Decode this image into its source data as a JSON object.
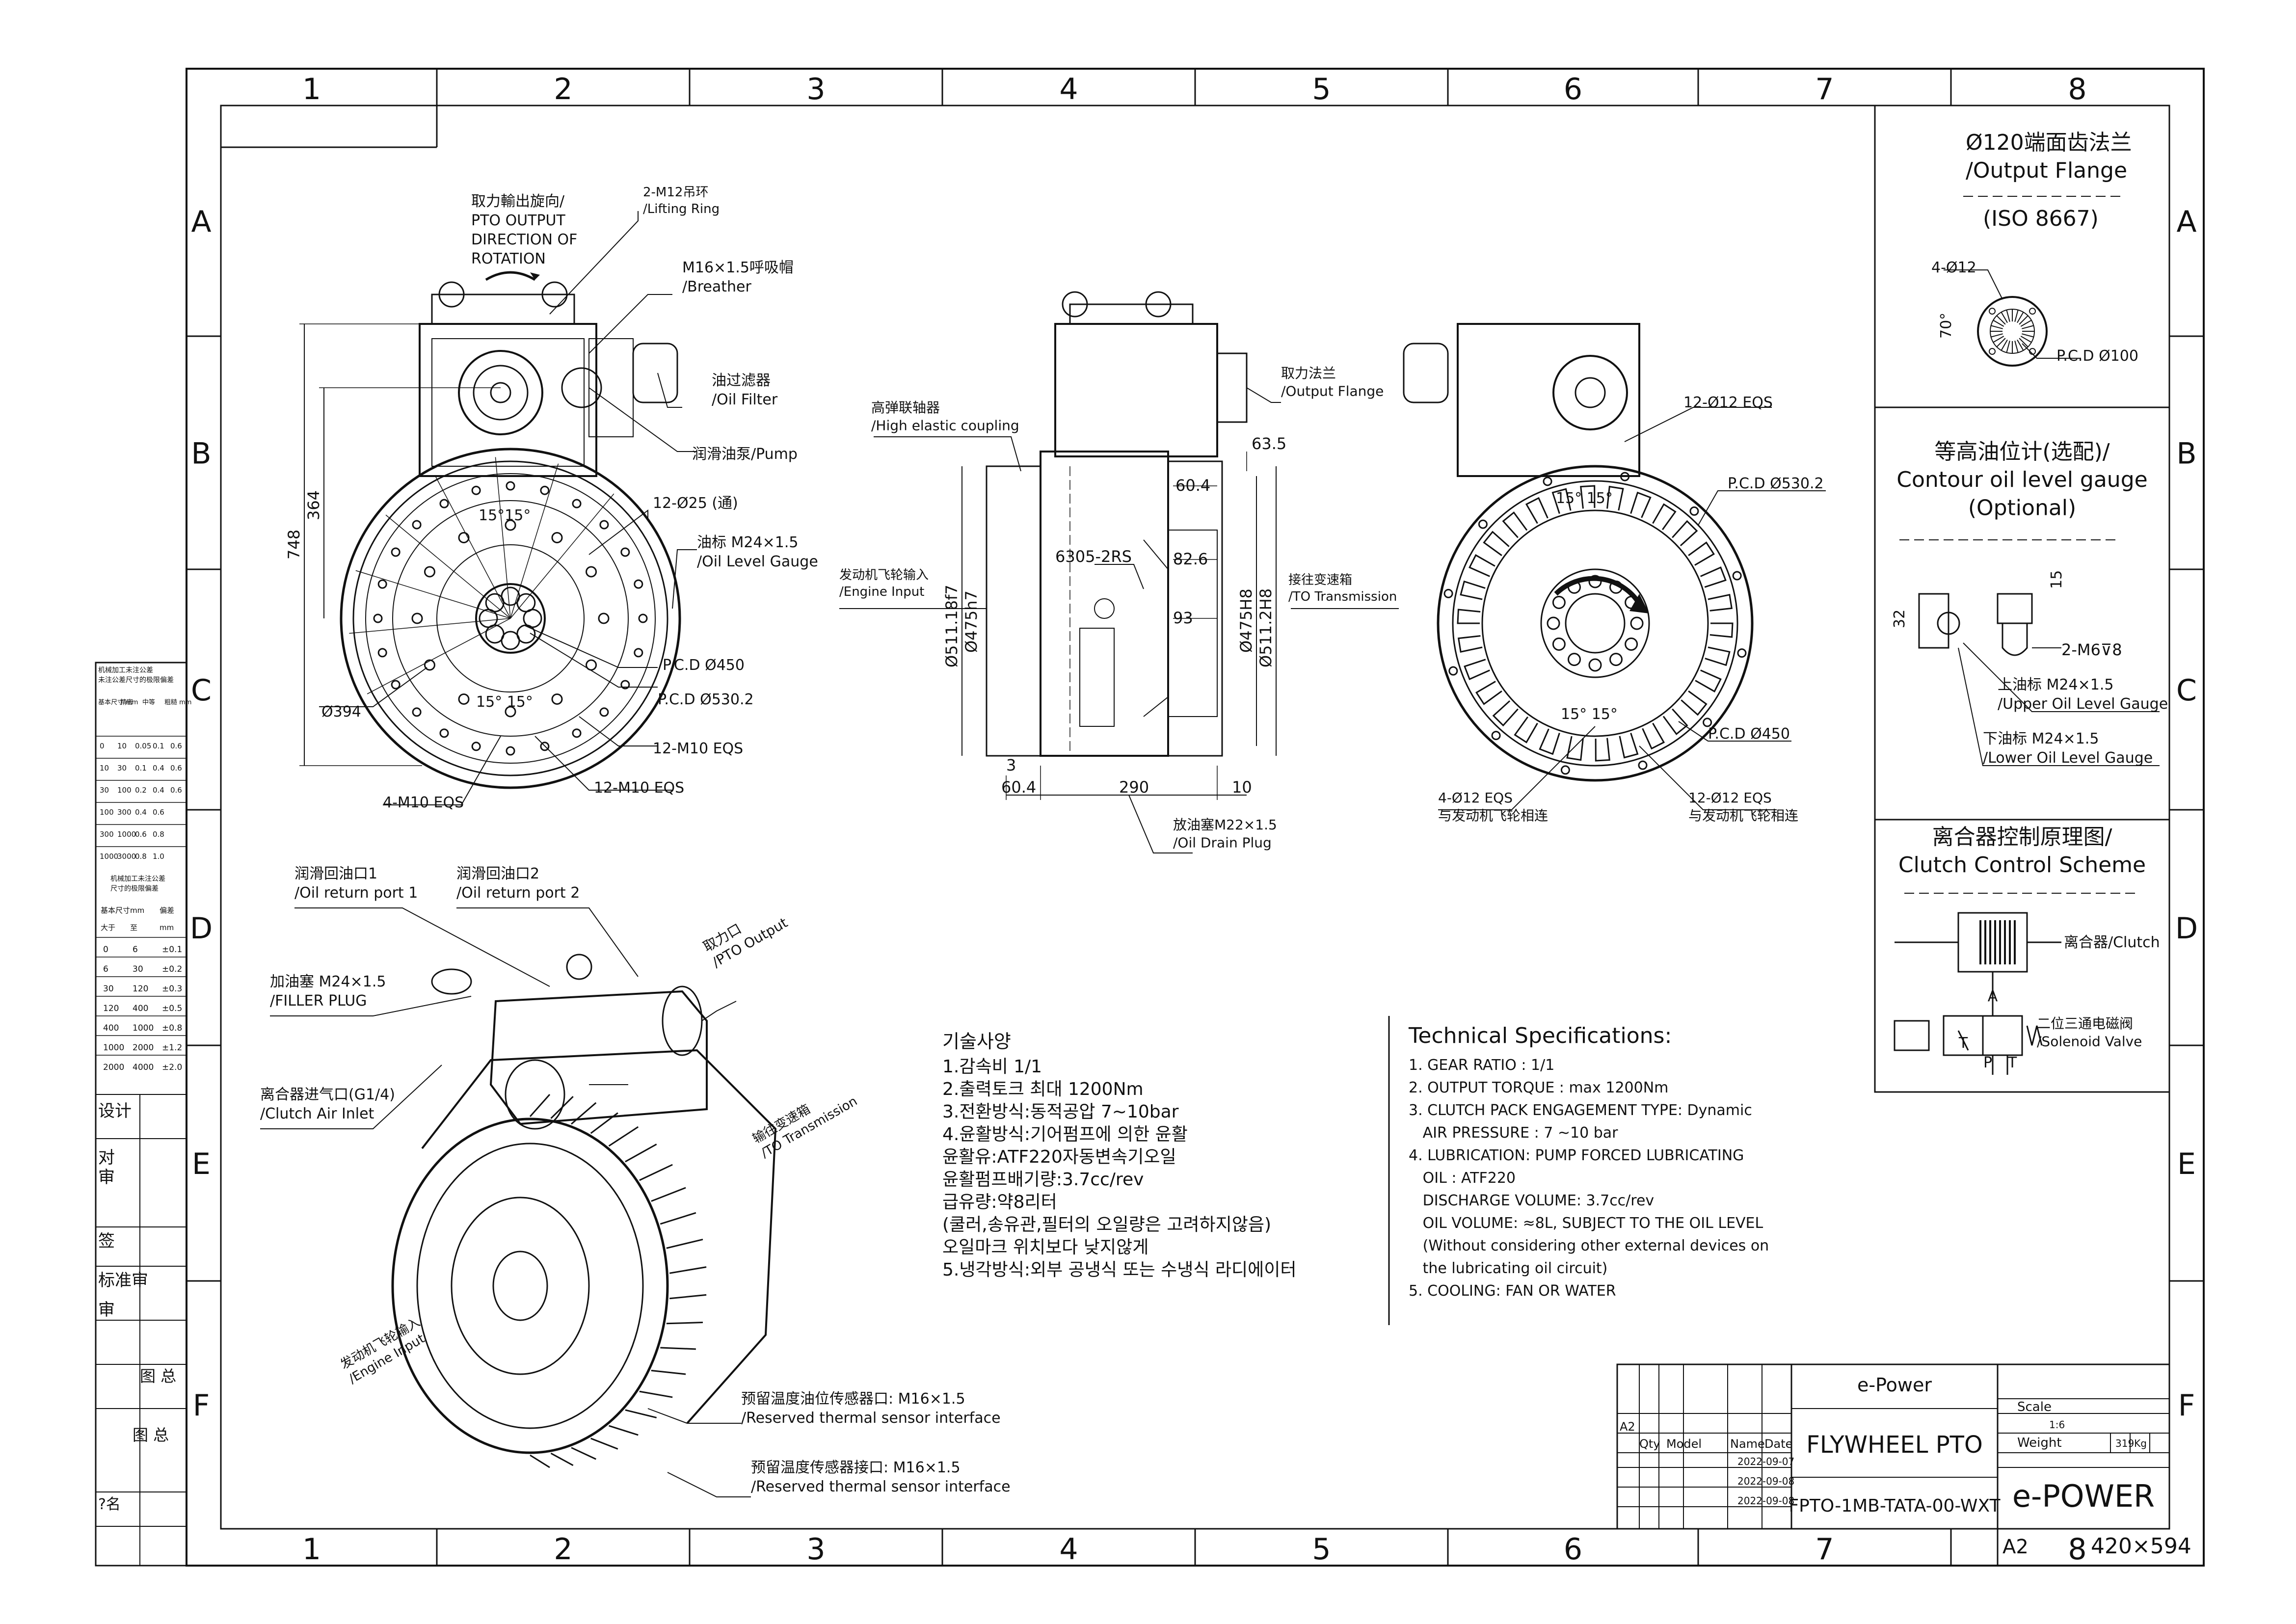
{
  "grid": {
    "columns": [
      "1",
      "2",
      "3",
      "4",
      "5",
      "6",
      "7",
      "8"
    ],
    "rows": [
      "A",
      "B",
      "C",
      "D",
      "E",
      "F"
    ],
    "sheet_size": "420×594",
    "sheet_format": "A2"
  },
  "front_view": {
    "callouts": {
      "rotation": "取力輸出旋向/\nPTO OUTPUT\nDIRECTION OF\nROTATION",
      "lifting_ring": "2-M12吊环\n/Lifting Ring",
      "breather": "M16×1.5呼吸帽\n/Breather",
      "oil_filter": "油过滤器\n/Oil Filter",
      "pump": "润滑油泵/Pump",
      "holes_25": "12-Ø25 (通)",
      "oil_level_gauge": "油标 M24×1.5\n/Oil Level Gauge",
      "angle_top": "15°15°",
      "angle_bottom": "15° 15°",
      "pcd_450": "P.C.D Ø450",
      "pcd_530": "P.C.D Ø530.2",
      "dia_394": "Ø394",
      "m10_a": "12-M10 EQS",
      "m10_b": "12-M10 EQS",
      "m10_c": "4-M10 EQS"
    },
    "dims": {
      "height_total": "748",
      "height_upper": "364"
    }
  },
  "side_view": {
    "callouts": {
      "coupling": "高弹联轴器\n/High elastic coupling",
      "output_flange": "取力法兰\n/Output Flange",
      "engine_input": "发动机飞轮输入\n/Engine Input",
      "to_transmission": "接往变速箱\n/TO Transmission",
      "oil_drain": "放油塞M22×1.5\n/Oil Drain Plug",
      "bearing": "6305-2RS"
    },
    "dims": {
      "d1": "63.5",
      "d2": "60.4",
      "d3": "82.6",
      "d4": "93",
      "d5": "Ø511.18f7",
      "d6": "Ø475h7",
      "d7": "Ø475H8",
      "d8": "Ø511.2H8",
      "d9": "3",
      "d10": "60.4",
      "d11": "290",
      "d12": "10"
    }
  },
  "rear_view": {
    "callouts": {
      "holes_12": "12-Ø12 EQS",
      "pcd_530": "P.C.D Ø530.2",
      "angle_top": "15°  15°",
      "angle_bottom": "15° 15°",
      "pcd_450": "P.C.D Ø450",
      "holes_4": "4-Ø12 EQS\n与发动机飞轮相连",
      "holes_12b": "12-Ø12 EQS\n与发动机飞轮相连"
    }
  },
  "iso_view": {
    "callouts": {
      "return1": "润滑回油口1\n/Oil return port 1",
      "return2": "润滑回油口2\n/Oil return port 2",
      "pto_output": "取力口\n/PTO Output",
      "filler": "加油塞 M24×1.5\n/FILLER PLUG",
      "air_inlet": "离合器进气口(G1/4)\n/Clutch Air Inlet",
      "to_transmission": "输往变速箱\n/TO Transmission",
      "engine_input": "发动机飞轮输入\n/Engine Input",
      "sensor1": "预留温度油位传感器口: M16×1.5\n/Reserved thermal sensor interface",
      "sensor2": "预留温度传感器接口: M16×1.5\n/Reserved thermal sensor interface"
    }
  },
  "specs_korean": {
    "title": "기술사양",
    "lines": [
      "1.감속비 1/1",
      "2.출력토크 최대 1200Nm",
      "3.전환방식:동적공압 7~10bar",
      "4.윤활방식:기어펌프에 의한 윤활",
      "  윤활유:ATF220자동변속기오일",
      "  윤활펌프배기량:3.7cc/rev",
      "  급유량:약8리터",
      "  (쿨러,송유관,필터의 오일량은 고려하지않음)",
      "  오일마크 위치보다 낮지않게",
      "5.냉각방식:외부 공냉식 또는 수냉식 라디에이터"
    ]
  },
  "specs_english": {
    "title": "Technical Specifications:",
    "lines": [
      "1. GEAR RATIO : 1/1",
      "2. OUTPUT TORQUE : max 1200Nm",
      "3. CLUTCH PACK ENGAGEMENT TYPE: Dynamic",
      "   AIR PRESSURE : 7 ~10 bar",
      "4. LUBRICATION: PUMP FORCED LUBRICATING",
      "   OIL : ATF220",
      "   DISCHARGE VOLUME: 3.7cc/rev",
      "   OIL VOLUME: ≈8L, SUBJECT TO THE OIL LEVEL",
      "   (Without considering other external devices on",
      "   the lubricating oil circuit)",
      "5. COOLING: FAN OR WATER"
    ]
  },
  "side_panel": {
    "flange_title": "Ø120端面齿法兰\n/Output Flange",
    "flange_std": "(ISO 8667)",
    "flange_holes": "4-Ø12",
    "flange_angle": "70°",
    "flange_pcd": "P.C.D Ø100",
    "gauge_title": "等高油位计(选配)/\nContour oil level gauge\n(Optional)",
    "gauge_dim1": "32",
    "gauge_dim2": "15",
    "gauge_thread": "2-M6⊽8",
    "gauge_upper": "上油标 M24×1.5\n/Upper Oil Level Gauge",
    "gauge_lower": "下油标 M24×1.5\n/Lower Oil Level  Gauge",
    "clutch_title": "离合器控制原理图/\nClutch Control Scheme",
    "clutch_label": "离合器/Clutch",
    "valve_label": "二位三通电磁阀\n/Solenoid Valve",
    "valve_ports": [
      "A",
      "P",
      "T",
      "T"
    ]
  },
  "tolerance_table": {
    "title1": "机械加工未注公差",
    "title2": "未注公差尺寸的极限偏差",
    "header": [
      "基本尺寸 mm",
      "精密",
      "中等",
      "粗糙 mm"
    ],
    "rows": [
      [
        "0",
        "10",
        "0.05",
        "0.1",
        "0.6"
      ],
      [
        "10",
        "30",
        "0.1",
        "0.4",
        "0.6"
      ],
      [
        "30",
        "100",
        "0.2",
        "0.4",
        "0.6"
      ],
      [
        "100",
        "300",
        "0.4",
        "0.6"
      ],
      [
        "300",
        "1000",
        "0.6",
        "0.8"
      ],
      [
        "1000",
        "3000",
        "0.8",
        "1.0"
      ]
    ],
    "title3": "机械加工未注公差",
    "title4": "尺寸的极限偏差",
    "header2": [
      "基本尺寸",
      "mm",
      "偏差"
    ],
    "header2b": [
      "大于",
      "至",
      "mm"
    ],
    "rows2": [
      [
        "0",
        "6",
        "±0.1"
      ],
      [
        "6",
        "30",
        "±0.2"
      ],
      [
        "30",
        "120",
        "±0.3"
      ],
      [
        "120",
        "400",
        "±0.5"
      ],
      [
        "400",
        "1000",
        "±0.8"
      ],
      [
        "1000",
        "2000",
        "±1.2"
      ],
      [
        "2000",
        "4000",
        "±2.0"
      ]
    ],
    "sign_rows": [
      "设计",
      "对",
      "审",
      "签",
      "标准审",
      "审"
    ],
    "tu_zong_1": "图 总",
    "tu_zong_2": "图 总",
    "ming": "?名"
  },
  "title_block": {
    "company": "e-Power",
    "title": "FLYWHEEL PTO",
    "drawing_no": "FPTO-1MB-TATA-00-WXT",
    "logo": "e-POWER",
    "scale_label": "Scale",
    "scale": "1:6",
    "weight_label": "Weight",
    "weight": "319Kg",
    "format": "A2",
    "qty": "Qty",
    "model": "Model",
    "name": "Name",
    "date": "Date",
    "dates": [
      "2022-09-07",
      "2022-09-08",
      "2022-09-08"
    ]
  }
}
